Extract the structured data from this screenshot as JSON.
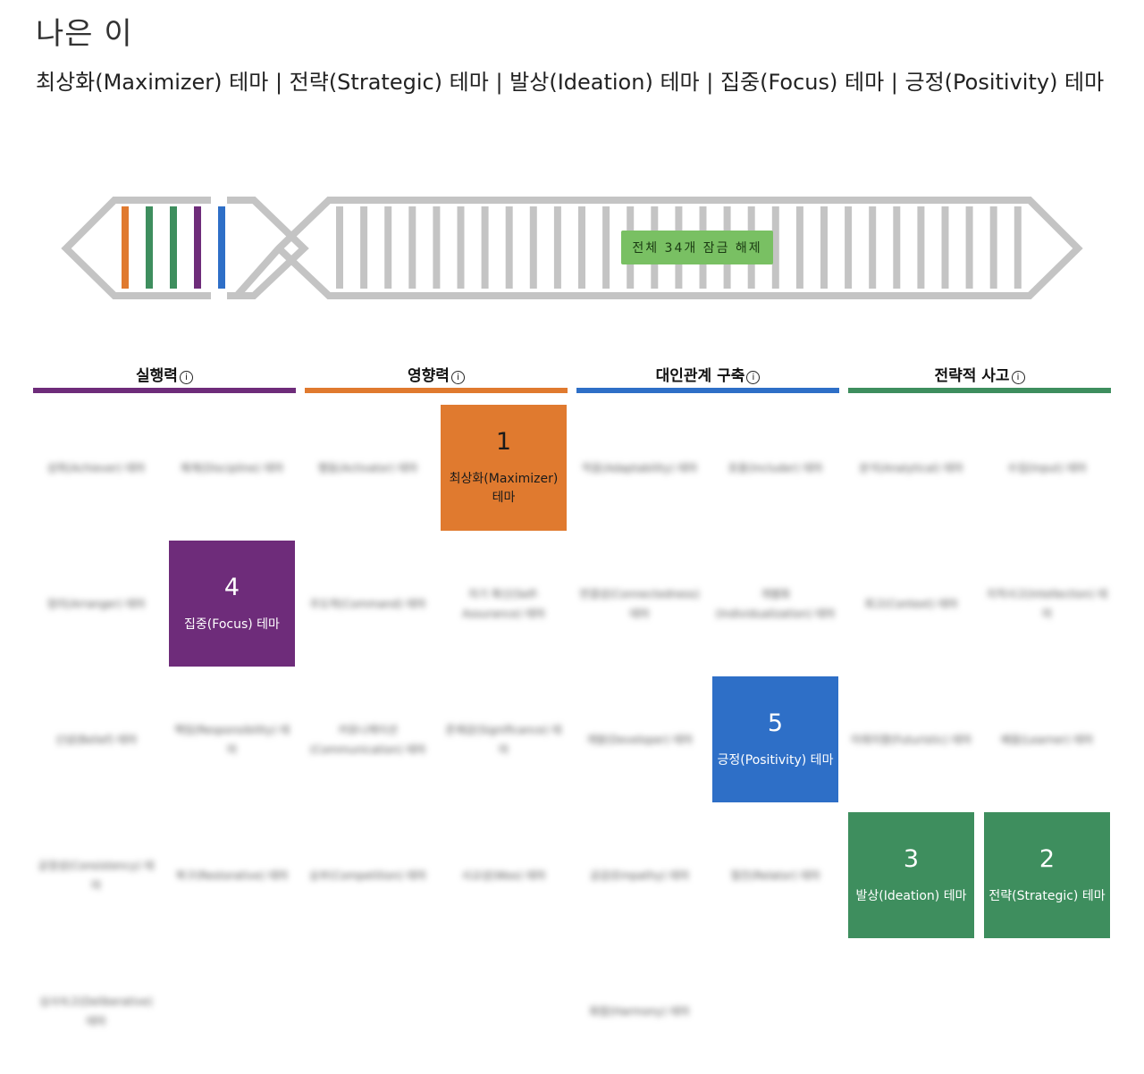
{
  "page": {
    "title": "나은 이",
    "subtitle": "최상화(Maximizer) 테마 | 전략(Strategic) 테마 | 발상(Ideation) 테마 | 집중(Focus) 테마 | 긍정(Positivity) 테마"
  },
  "dna": {
    "unlock_label": "전체 34개 잠금 해제",
    "top5_strand_colors": [
      "#e07a2f",
      "#3e8e5e",
      "#3e8e5e",
      "#6e2c7a",
      "#2e6fc7"
    ],
    "locked_strand_color": "#c4c4c4"
  },
  "domains": [
    {
      "name": "실행력",
      "info": "i",
      "color": "#6e2c7a"
    },
    {
      "name": "영향력",
      "info": "i",
      "color": "#e07a2f"
    },
    {
      "name": "대인관계 구축",
      "info": "i",
      "color": "#2e6fc7"
    },
    {
      "name": "전략적 사고",
      "info": "i",
      "color": "#3e8e5e"
    }
  ],
  "themes": [
    {
      "label": "성취(Achiever) 테마",
      "top": false
    },
    {
      "label": "체계(Discipline) 테마",
      "top": false
    },
    {
      "label": "행동(Activator) 테마",
      "top": false
    },
    {
      "label": "최상화(Maximizer) 테마",
      "top": true,
      "rank": "1",
      "color": "#e07a2f"
    },
    {
      "label": "적응(Adaptability) 테마",
      "top": false
    },
    {
      "label": "포용(Includer) 테마",
      "top": false
    },
    {
      "label": "분석(Analytical) 테마",
      "top": false
    },
    {
      "label": "수집(Input) 테마",
      "top": false
    },
    {
      "label": "정리(Arranger) 테마",
      "top": false
    },
    {
      "label": "집중(Focus) 테마",
      "top": true,
      "rank": "4",
      "color": "#6e2c7a"
    },
    {
      "label": "주도력(Command) 테마",
      "top": false
    },
    {
      "label": "자기 확신(Self-Assurance) 테마",
      "top": false
    },
    {
      "label": "연결성(Connectedness) 테마",
      "top": false
    },
    {
      "label": "개별화(Individualization) 테마",
      "top": false
    },
    {
      "label": "회고(Context) 테마",
      "top": false
    },
    {
      "label": "지적사고(Intellection) 테마",
      "top": false
    },
    {
      "label": "신념(Belief) 테마",
      "top": false
    },
    {
      "label": "책임(Responsibility) 테마",
      "top": false
    },
    {
      "label": "커뮤니케이션(Communication) 테마",
      "top": false
    },
    {
      "label": "존재감(Significance) 테마",
      "top": false
    },
    {
      "label": "개발(Developer) 테마",
      "top": false
    },
    {
      "label": "긍정(Positivity) 테마",
      "top": true,
      "rank": "5",
      "color": "#2e6fc7"
    },
    {
      "label": "미래지향(Futuristic) 테마",
      "top": false
    },
    {
      "label": "배움(Learner) 테마",
      "top": false
    },
    {
      "label": "공정성(Consistency) 테마",
      "top": false
    },
    {
      "label": "복구(Restorative) 테마",
      "top": false
    },
    {
      "label": "승부(Competition) 테마",
      "top": false
    },
    {
      "label": "사교성(Woo) 테마",
      "top": false
    },
    {
      "label": "공감(Empathy) 테마",
      "top": false
    },
    {
      "label": "절친(Relator) 테마",
      "top": false
    },
    {
      "label": "발상(Ideation) 테마",
      "top": true,
      "rank": "3",
      "color": "#3e8e5e"
    },
    {
      "label": "전략(Strategic) 테마",
      "top": true,
      "rank": "2",
      "color": "#3e8e5e"
    },
    {
      "label": "심사숙고(Deliberative) 테마",
      "top": false
    },
    {
      "label": "화합(Harmony) 테마",
      "top": false
    }
  ]
}
